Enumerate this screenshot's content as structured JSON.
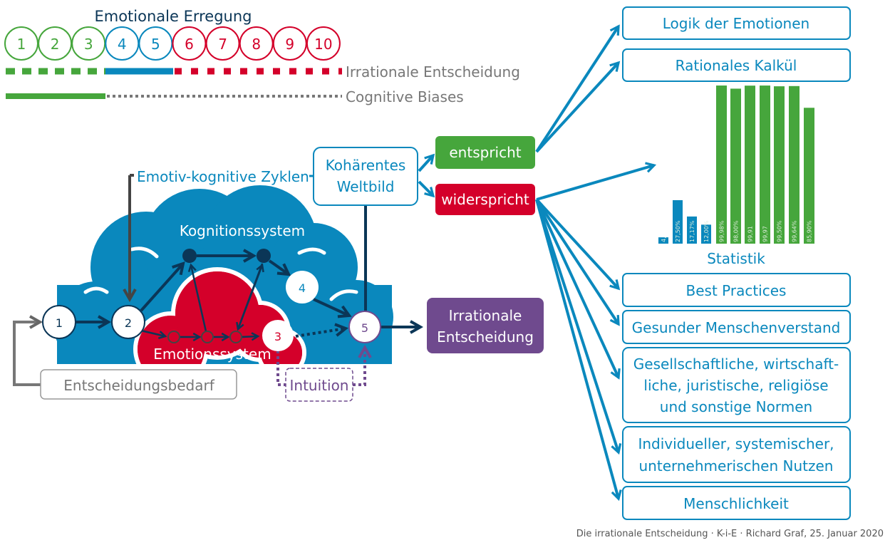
{
  "colors": {
    "blue": "#0a88bd",
    "green": "#46a63c",
    "red": "#d4002a",
    "purple": "#6f4a8e",
    "navy": "#0b3657",
    "gray": "#777777"
  },
  "scale": {
    "title": "Emotionale Erregung",
    "levels": [
      "1",
      "2",
      "3",
      "4",
      "5",
      "6",
      "7",
      "8",
      "9",
      "10"
    ],
    "irrational_label": "Irrationale Entscheidung",
    "biases_label": "Cognitive Biases"
  },
  "diagram": {
    "cycles_label": "Emotiv-kognitive Zyklen",
    "cognition_label": "Kognitionssystem",
    "emotion_label": "Emotionssystem",
    "nodes": [
      "1",
      "2",
      "3",
      "4",
      "5"
    ],
    "need_label": "Entscheidungsbedarf",
    "intuition_label": "Intuition",
    "decision_label_1": "Irrationale",
    "decision_label_2": "Entscheidung",
    "worldview_1": "Kohärentes",
    "worldview_2": "Weltbild",
    "matches": "entspricht",
    "contradicts": "widerspricht"
  },
  "right_boxes": {
    "logic": "Logik der Emotionen",
    "rational": "Rationales Kalkül",
    "statistics": "Statistik",
    "best": "Best Practices",
    "common": "Gesunder Menschenverstand",
    "norms": [
      "Gesellschaftliche, wirtschaft-",
      "liche, juristische, religiöse",
      "und sonstige Normen"
    ],
    "benefit": [
      "Individueller, systemischer,",
      "unternehmerischen Nutzen"
    ],
    "humanity": "Menschlichkeit"
  },
  "chart_data": {
    "type": "bar",
    "ylim": [
      0,
      100
    ],
    "values": [
      4,
      27.5,
      17.17,
      12.0,
      99.98,
      98.0,
      99.91,
      99.97,
      99.5,
      99.64,
      85.9
    ],
    "labels": [
      "4,",
      "27,50%",
      "17,17%",
      "12,00%",
      "99,98%",
      "98,00%",
      "99,91",
      "99,97",
      "99,50%",
      "99,64%",
      "85,90%"
    ],
    "bar_colors": [
      "#0a88bd",
      "#0a88bd",
      "#0a88bd",
      "#0a88bd",
      "#46a63c",
      "#46a63c",
      "#46a63c",
      "#46a63c",
      "#46a63c",
      "#46a63c",
      "#46a63c"
    ]
  },
  "footer": "Die irrationale Entscheidung · K-i-E · Richard Graf, 25. Januar 2020"
}
